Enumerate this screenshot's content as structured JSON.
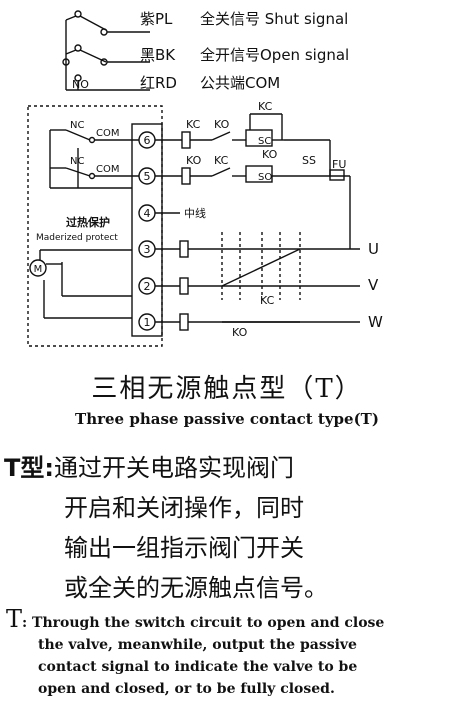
{
  "signals": [
    {
      "color": "紫PL",
      "desc": "全关信号 Shut signal"
    },
    {
      "color": "黑BK",
      "desc": "全开信号Open signal"
    },
    {
      "color": "红RD",
      "desc": "公共端COM"
    }
  ],
  "signal_no_label": "NO",
  "terminals": [
    "6",
    "5",
    "4",
    "3",
    "2",
    "1"
  ],
  "contact_labels": {
    "nc": "NC",
    "com": "COM"
  },
  "overheat_cn": "过热保护",
  "overheat_en": "Maderized protect",
  "motor_symbol": "M",
  "neutral": "中线",
  "relays": {
    "kc": "KC",
    "ko": "KO",
    "sc": "SC",
    "so": "SO",
    "ss": "SS",
    "fu": "FU"
  },
  "phases": [
    "U",
    "V",
    "W"
  ],
  "title_cn": "三相无源触点型（T）",
  "title_en": "Three phase passive contact type(T)",
  "desc_prefix": "T型:",
  "desc_cn": [
    "通过开关电路实现阀门",
    "开启和关闭操作，同时",
    "输出一组指示阀门开关",
    "或全关的无源触点信号。"
  ],
  "desc_en_prefix": "T",
  "desc_en": [
    ": Through the switch circuit to open and close",
    "the valve, meanwhile, output the passive",
    "contact signal to indicate the valve to be",
    "open and closed, or to be fully closed."
  ]
}
